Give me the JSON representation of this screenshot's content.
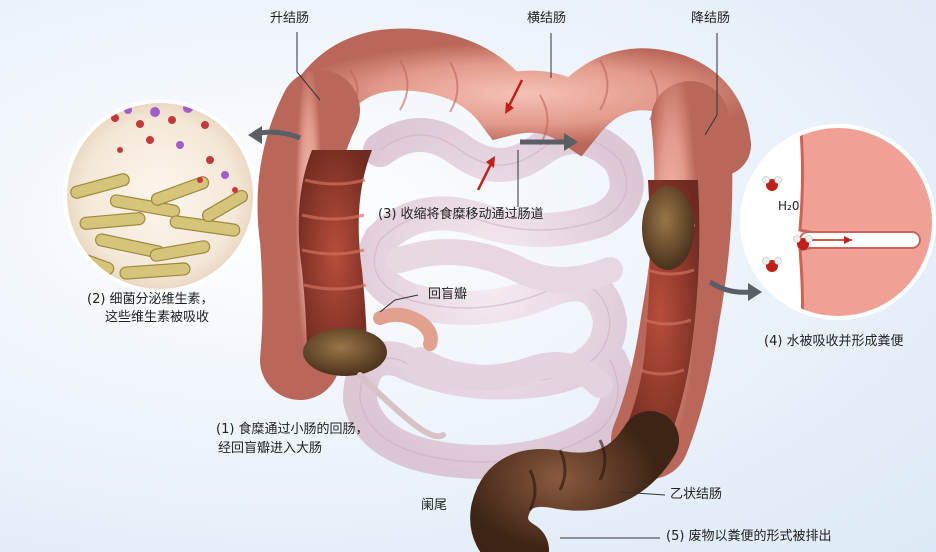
{
  "labels": {
    "ascending_colon": "升结肠",
    "transverse_colon": "横结肠",
    "descending_colon": "降结肠",
    "contraction": "(3) 收缩将食糜移动通过肠道",
    "ileocecal_valve": "回盲瓣",
    "bacteria_line1": "(2) 细菌分泌维生素，",
    "bacteria_line2": "这些维生素被吸收",
    "water_absorbed": "(4) 水被吸收并形成粪便",
    "chyme_line1": "(1) 食糜通过小肠的回肠，",
    "chyme_line2": "经回盲瓣进入大肠",
    "appendix": "阑尾",
    "sigmoid_colon": "乙状结肠",
    "waste_excreted": "(5) 废物以粪便的形式被排出",
    "water_molecule": "H₂0"
  },
  "colors": {
    "colon": "#e8a294",
    "colon_dark": "#b8655a",
    "colon_inner": "#8a3a2c",
    "small_intestine": "#ead8e4",
    "feces": "#6b4a2a",
    "arrow_grey": "#5a5f66",
    "arrow_red": "#c0201a",
    "wall_pink": "#f3a59a"
  }
}
